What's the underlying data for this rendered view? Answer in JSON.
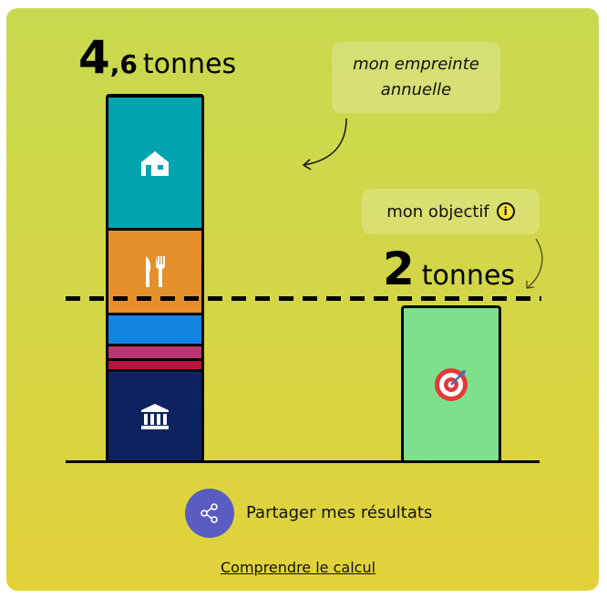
{
  "chart_data": {
    "type": "bar",
    "title": "",
    "xlabel": "",
    "ylabel": "",
    "ylim": [
      0,
      4.6
    ],
    "categories": [
      "mon empreinte annuelle",
      "mon objectif"
    ],
    "footprint": {
      "value_int": "4",
      "value_dec": ",6",
      "unit": "tonnes",
      "total": 4.6,
      "segments": [
        {
          "icon": "bank-icon",
          "color": "#0d2360",
          "value": 1.16
        },
        {
          "icon": "",
          "color": "#b7153d",
          "value": 0.11
        },
        {
          "icon": "",
          "color": "#b93672",
          "value": 0.15
        },
        {
          "icon": "",
          "color": "#0f84e0",
          "value": 0.38
        },
        {
          "icon": "cutlery-icon",
          "color": "#e48f2a",
          "value": 1.07
        },
        {
          "icon": "house-icon",
          "color": "#02a4ae",
          "value": 1.72
        }
      ]
    },
    "objective": {
      "value": 2,
      "value_label": "2",
      "unit": "tonnes",
      "color": "#7ce08c",
      "icon": "target-icon"
    },
    "annotations": {
      "footprint_label": "mon empreinte annuelle",
      "objective_label": "mon objectif"
    }
  },
  "actions": {
    "share_label": "Partager mes résultats",
    "understand_link": "Comprendre le calcul"
  },
  "colors": {
    "share_button": "#5b5cc2"
  }
}
